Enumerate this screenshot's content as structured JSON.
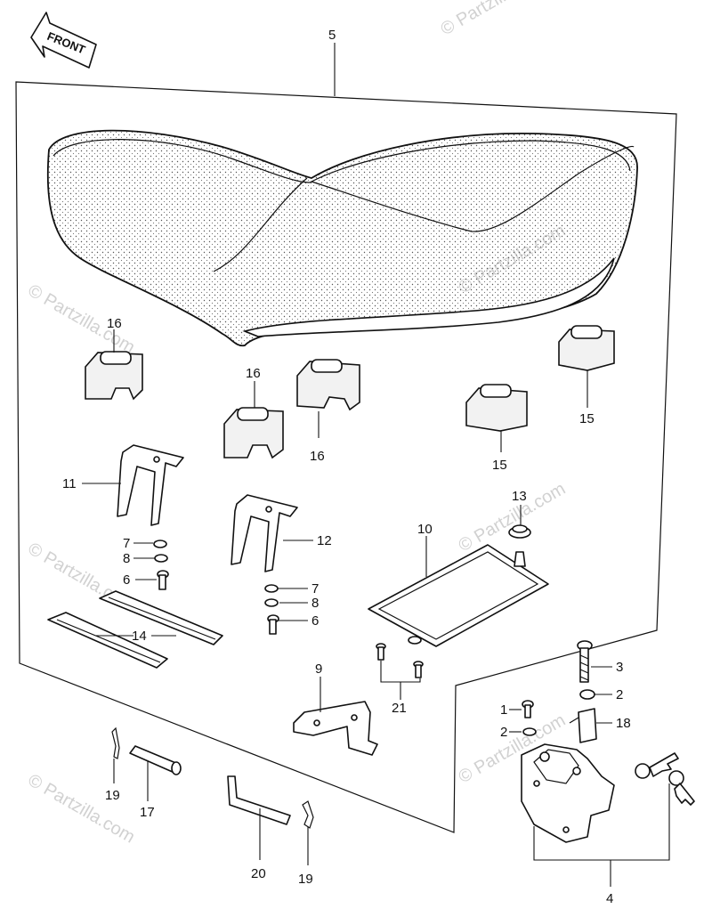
{
  "diagram": {
    "front_label": "FRONT",
    "watermark": "© Partzilla.com",
    "callouts": [
      {
        "id": "5",
        "text": "5"
      },
      {
        "id": "16a",
        "text": "16"
      },
      {
        "id": "16b",
        "text": "16"
      },
      {
        "id": "16c",
        "text": "16"
      },
      {
        "id": "15a",
        "text": "15"
      },
      {
        "id": "15b",
        "text": "15"
      },
      {
        "id": "11",
        "text": "11"
      },
      {
        "id": "12",
        "text": "12"
      },
      {
        "id": "13",
        "text": "13"
      },
      {
        "id": "10",
        "text": "10"
      },
      {
        "id": "7a",
        "text": "7"
      },
      {
        "id": "8a",
        "text": "8"
      },
      {
        "id": "6a",
        "text": "6"
      },
      {
        "id": "7b",
        "text": "7"
      },
      {
        "id": "8b",
        "text": "8"
      },
      {
        "id": "6b",
        "text": "6"
      },
      {
        "id": "14",
        "text": "14"
      },
      {
        "id": "9",
        "text": "9"
      },
      {
        "id": "21",
        "text": "21"
      },
      {
        "id": "3",
        "text": "3"
      },
      {
        "id": "2a",
        "text": "2"
      },
      {
        "id": "1",
        "text": "1"
      },
      {
        "id": "18",
        "text": "18"
      },
      {
        "id": "2b",
        "text": "2"
      },
      {
        "id": "19a",
        "text": "19"
      },
      {
        "id": "17",
        "text": "17"
      },
      {
        "id": "20",
        "text": "20"
      },
      {
        "id": "19b",
        "text": "19"
      },
      {
        "id": "4",
        "text": "4"
      }
    ]
  }
}
